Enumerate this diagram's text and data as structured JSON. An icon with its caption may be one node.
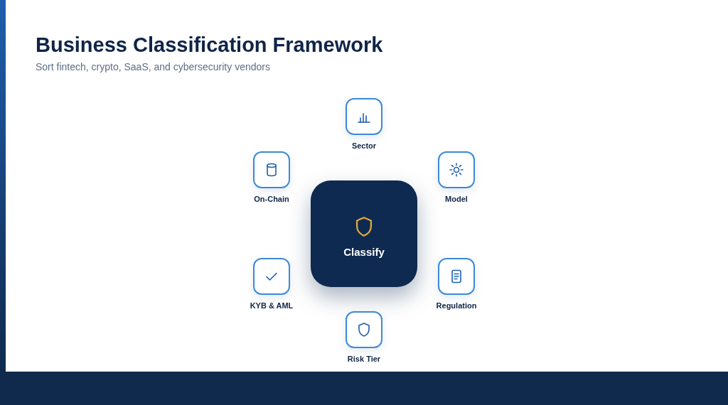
{
  "diagram": {
    "title": "Business Classification Framework",
    "nodes": [
      {
        "text": [
          "Sector"
        ]
      },
      {
        "text": [
          "On-Chain"
        ]
      },
      {
        "text": [
          "Model"
        ]
      },
      {
        "text": [
          "Classify"
        ]
      },
      {
        "text": [
          "KYB & AML"
        ]
      },
      {
        "text": [
          "Regulation"
        ]
      },
      {
        "text": [
          "Risk Tier"
        ]
      }
    ],
    "labels": [
      "Sort fintech, crypto, SaaS, and cybersecurity vendors"
    ]
  }
}
